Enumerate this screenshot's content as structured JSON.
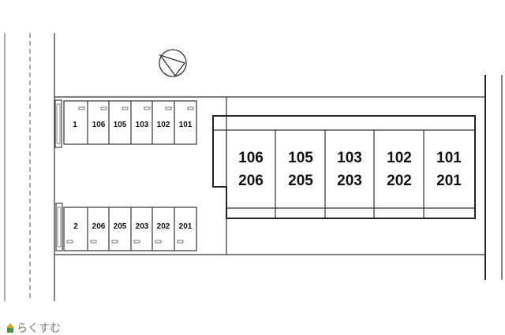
{
  "parking_top": [
    "1",
    "106",
    "105",
    "103",
    "102",
    "101"
  ],
  "parking_bottom": [
    "2",
    "206",
    "205",
    "203",
    "202",
    "201"
  ],
  "units": [
    {
      "top": "106",
      "bottom": "206"
    },
    {
      "top": "105",
      "bottom": "205"
    },
    {
      "top": "103",
      "bottom": "203"
    },
    {
      "top": "102",
      "bottom": "202"
    },
    {
      "top": "101",
      "bottom": "201"
    }
  ],
  "brand": {
    "name": "らくすむ",
    "icon": "house-icon"
  },
  "compass": {
    "icon": "north-arrow-icon"
  }
}
